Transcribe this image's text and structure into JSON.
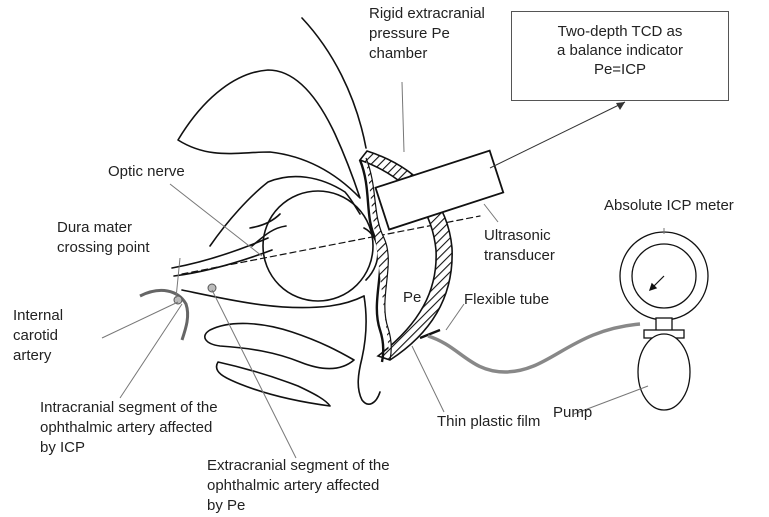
{
  "box": {
    "line1": "Two-depth TCD as",
    "line2": "a balance indicator",
    "line3": "Pe=ICP"
  },
  "labels": {
    "chamber_1": "Rigid extracranial",
    "chamber_2": "pressure Pe",
    "chamber_3": "chamber",
    "optic_nerve": "Optic nerve",
    "dura_1": "Dura mater",
    "dura_2": "crossing point",
    "carotid_1": "Internal",
    "carotid_2": "carotid",
    "carotid_3": "artery",
    "intra_1": "Intracranial segment of the",
    "intra_2": "ophthalmic artery affected",
    "intra_3": "by ICP",
    "extra_1": "Extracranial segment of the",
    "extra_2": "ophthalmic artery affected",
    "extra_3": "by Pe",
    "transducer_1": "Ultrasonic",
    "transducer_2": "transducer",
    "pe": "Pe",
    "tube": "Flexible tube",
    "film": "Thin plastic film",
    "icp_meter": "Absolute ICP meter",
    "pump": "Pump"
  }
}
